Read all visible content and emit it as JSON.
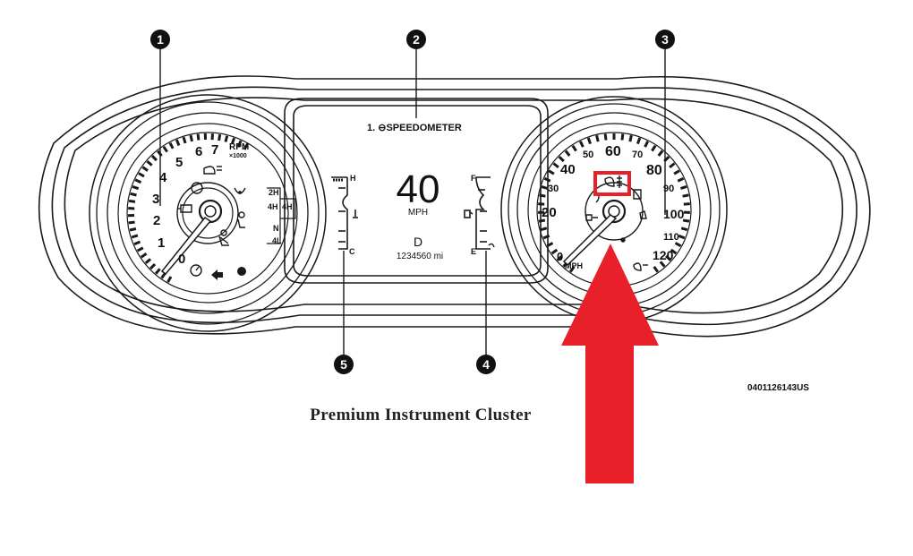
{
  "callouts": [
    "1",
    "2",
    "3",
    "4",
    "5"
  ],
  "display": {
    "header": "1. ⊖SPEEDOMETER",
    "speed": "40",
    "speed_unit": "MPH",
    "gear": "D",
    "odometer": "1234560 mi"
  },
  "tachometer": {
    "numbers": [
      "0",
      "1",
      "2",
      "3",
      "4",
      "5",
      "6",
      "7"
    ],
    "unit": "RPM",
    "multiplier": "×1000",
    "drive_modes": [
      "2H",
      "4H",
      "4H",
      "N",
      "4L"
    ]
  },
  "speedometer": {
    "numbers": [
      "0",
      "20",
      "30",
      "40",
      "50",
      "60",
      "70",
      "80",
      "90",
      "100",
      "110",
      "120"
    ],
    "unit": "MPH"
  },
  "temp_gauge": {
    "top": "H",
    "bottom": "C"
  },
  "fuel_gauge": {
    "top": "F",
    "bottom": "E"
  },
  "caption": "Premium Instrument Cluster",
  "part_code": "0401126143US",
  "colors": {
    "highlight": "#e8202a",
    "line": "#1a1a1a"
  }
}
